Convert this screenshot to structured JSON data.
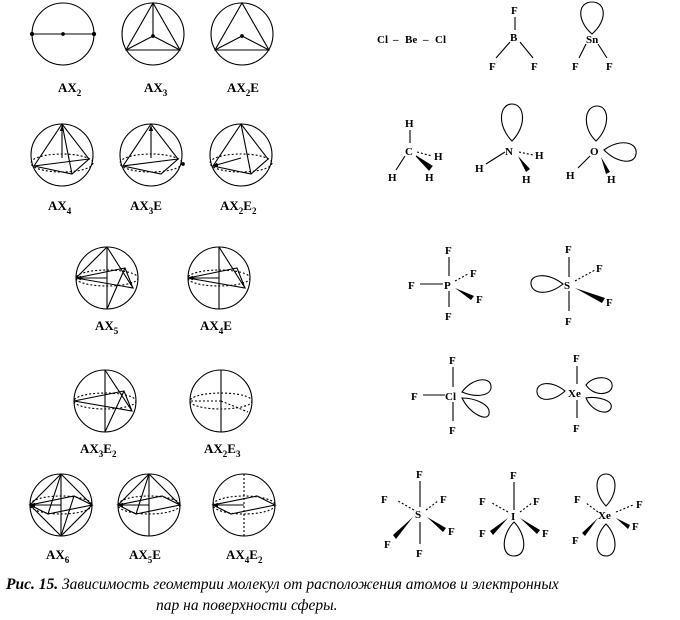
{
  "sphere_labels": [
    {
      "base": "AX",
      "sub": "2",
      "tail": "",
      "tsub": ""
    },
    {
      "base": "AX",
      "sub": "3",
      "tail": "",
      "tsub": ""
    },
    {
      "base": "AX",
      "sub": "2",
      "tail": "E",
      "tsub": ""
    },
    {
      "base": "AX",
      "sub": "4",
      "tail": "",
      "tsub": ""
    },
    {
      "base": "AX",
      "sub": "3",
      "tail": "E",
      "tsub": ""
    },
    {
      "base": "AX",
      "sub": "2",
      "tail": "E",
      "tsub": "2"
    },
    {
      "base": "AX",
      "sub": "5",
      "tail": "",
      "tsub": ""
    },
    {
      "base": "AX",
      "sub": "4",
      "tail": "E",
      "tsub": ""
    },
    {
      "base": "AX",
      "sub": "3",
      "tail": "E",
      "tsub": "2"
    },
    {
      "base": "AX",
      "sub": "2",
      "tail": "E",
      "tsub": "3"
    },
    {
      "base": "AX",
      "sub": "6",
      "tail": "",
      "tsub": ""
    },
    {
      "base": "AX",
      "sub": "5",
      "tail": "E",
      "tsub": ""
    },
    {
      "base": "AX",
      "sub": "4",
      "tail": "E",
      "tsub": "2"
    }
  ],
  "molecules": {
    "becl2": {
      "left": "Cl",
      "dash1": "–",
      "center": "Be",
      "dash2": "–",
      "right": "Cl"
    },
    "bf3": {
      "center": "B",
      "top": "F",
      "left": "F",
      "right": "F"
    },
    "snf2": {
      "center": "Sn",
      "left": "F",
      "right": "F"
    },
    "ch4": {
      "center": "C",
      "top": "H",
      "left": "H",
      "right": "H",
      "bottom": "H"
    },
    "nh3": {
      "center": "N",
      "left": "H",
      "right": "H",
      "bottom": "H"
    },
    "h2o": {
      "center": "O",
      "left": "H",
      "right": "H"
    },
    "pf5": {
      "center": "P",
      "top": "F",
      "left": "F",
      "bottom": "F",
      "right1": "F",
      "right2": "F"
    },
    "sf4": {
      "center": "S",
      "top": "F",
      "bottom": "F",
      "right1": "F",
      "right2": "F"
    },
    "clf3": {
      "center": "Cl",
      "top": "F",
      "left": "F",
      "bottom": "F"
    },
    "xef2": {
      "center": "Xe",
      "top": "F",
      "bottom": "F"
    },
    "sf6": {
      "center": "S",
      "top": "F",
      "bottom": "F",
      "ul": "F",
      "ur": "F",
      "ll": "F",
      "lr": "F"
    },
    "if5": {
      "center": "I",
      "top": "F",
      "ul": "F",
      "ur": "F",
      "ll": "F",
      "lr": "F"
    },
    "xef4": {
      "center": "Xe",
      "ul": "F",
      "ur": "F",
      "ll": "F",
      "lr": "F"
    }
  },
  "caption": {
    "lead": "Рис. 15.",
    "line1": " Зависимость геометрии молекул от расположения атомов и электронных",
    "line2": "пар на поверхности сферы."
  }
}
